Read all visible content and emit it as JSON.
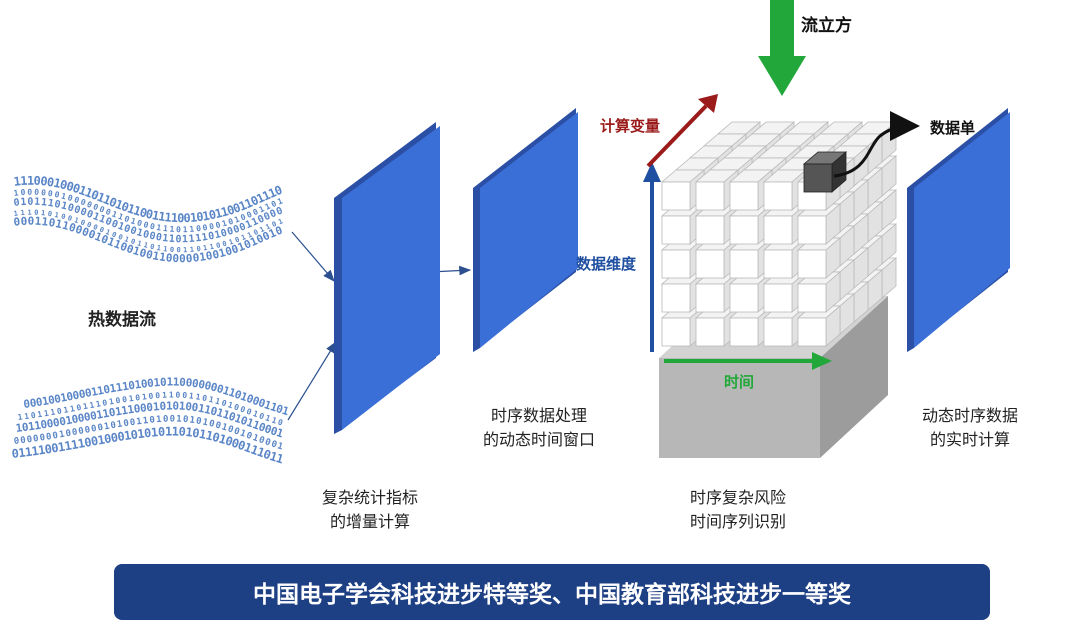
{
  "labels": {
    "hot_stream": "热数据流",
    "stage1_line1": "复杂统计指标",
    "stage1_line2": "的增量计算",
    "stage2_line1": "时序数据处理",
    "stage2_line2": "的动态时间窗口",
    "stage3_line1": "时序复杂风险",
    "stage3_line2": "时间序列识别",
    "stage4_line1": "动态时序数据",
    "stage4_line2": "的实时计算",
    "cube_time": "时间",
    "cube_dimension": "数据维度",
    "cube_variable": "计算变量",
    "cube_stream": "流立方",
    "cube_output": "数据单"
  },
  "binary": {
    "top": [
      "1110001000110110101100111100101011001101110",
      "100000010000000110100011101100001010001101",
      "010111010000110010010001101111010000110000",
      "111010100100001001011011001101100101101101",
      "00011011000010110010011000001001001010010"
    ],
    "bottom": [
      "0001001000011011101001011000000011010001101",
      "11011101101110100101001100110110100010110",
      "1011000010000110111000101010011011010110001",
      "000000010000001010011010010101001001010001",
      "01111001111001000101010110101101000111011"
    ]
  },
  "banner": "中国电子学会科技进步特等奖、中国教育部科技进步一等奖",
  "colors": {
    "panel_front": "#3b6fd8",
    "panel_side": "#2a4fa5",
    "binary_text": "#5a86c7",
    "cube_grey": "#b7b7b7",
    "arrow_red": "#9b1b1b",
    "arrow_blue": "#1f4fa0",
    "arrow_green": "#22a83a",
    "banner_bg": "#1d3f84"
  }
}
